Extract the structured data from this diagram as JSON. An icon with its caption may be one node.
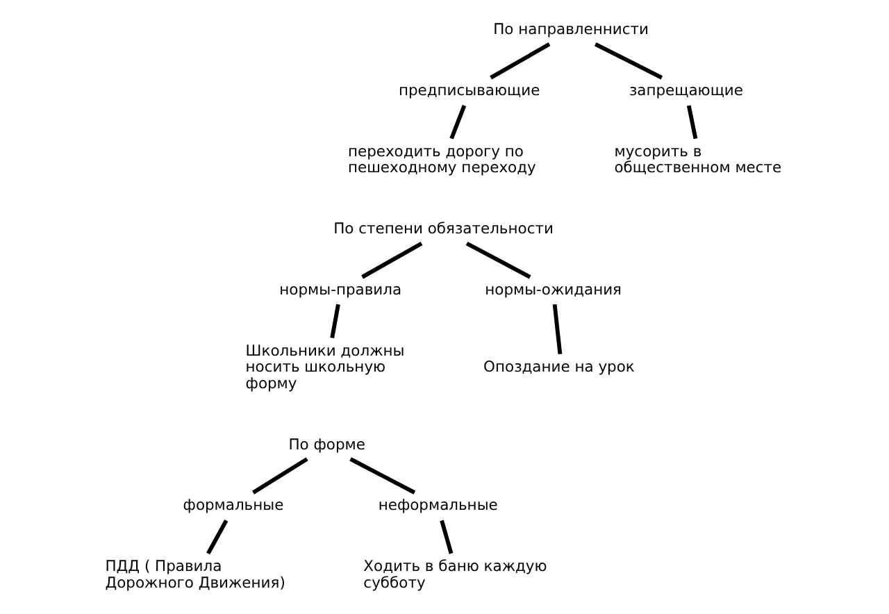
{
  "diagram": {
    "nodes": [
      {
        "text": [
          "По направленнисти"
        ]
      },
      {
        "text": [
          "предписывающие"
        ]
      },
      {
        "text": [
          "запрещающие"
        ]
      },
      {
        "text": [
          "переходить дорогу по пешеходному переходу"
        ]
      },
      {
        "text": [
          "мусорить в общественном месте"
        ]
      },
      {
        "text": [
          "По степени обязательности"
        ]
      },
      {
        "text": [
          "нормы-правила"
        ]
      },
      {
        "text": [
          "нормы-ожидания"
        ]
      },
      {
        "text": [
          "Школьники должны носить школьную форму"
        ]
      },
      {
        "text": [
          "Опоздание на урок"
        ]
      },
      {
        "text": [
          "По форме"
        ]
      },
      {
        "text": [
          "формальные"
        ]
      },
      {
        "text": [
          "неформальные"
        ]
      },
      {
        "text": [
          "ПДД ( Правила Дорожного Движения)"
        ]
      },
      {
        "text": [
          "Ходить в баню каждую субботу"
        ]
      }
    ],
    "edges": [
      {
        "from": 0,
        "to": 1,
        "arrow": "none"
      },
      {
        "from": 0,
        "to": 2,
        "arrow": "none"
      },
      {
        "from": 1,
        "to": 3,
        "arrow": "none"
      },
      {
        "from": 2,
        "to": 4,
        "arrow": "none"
      },
      {
        "from": 5,
        "to": 6,
        "arrow": "none"
      },
      {
        "from": 5,
        "to": 7,
        "arrow": "none"
      },
      {
        "from": 6,
        "to": 8,
        "arrow": "none"
      },
      {
        "from": 7,
        "to": 9,
        "arrow": "none"
      },
      {
        "from": 10,
        "to": 11,
        "arrow": "none"
      },
      {
        "from": 10,
        "to": 12,
        "arrow": "none"
      },
      {
        "from": 11,
        "to": 13,
        "arrow": "none"
      },
      {
        "from": 12,
        "to": 14,
        "arrow": "none"
      }
    ]
  }
}
